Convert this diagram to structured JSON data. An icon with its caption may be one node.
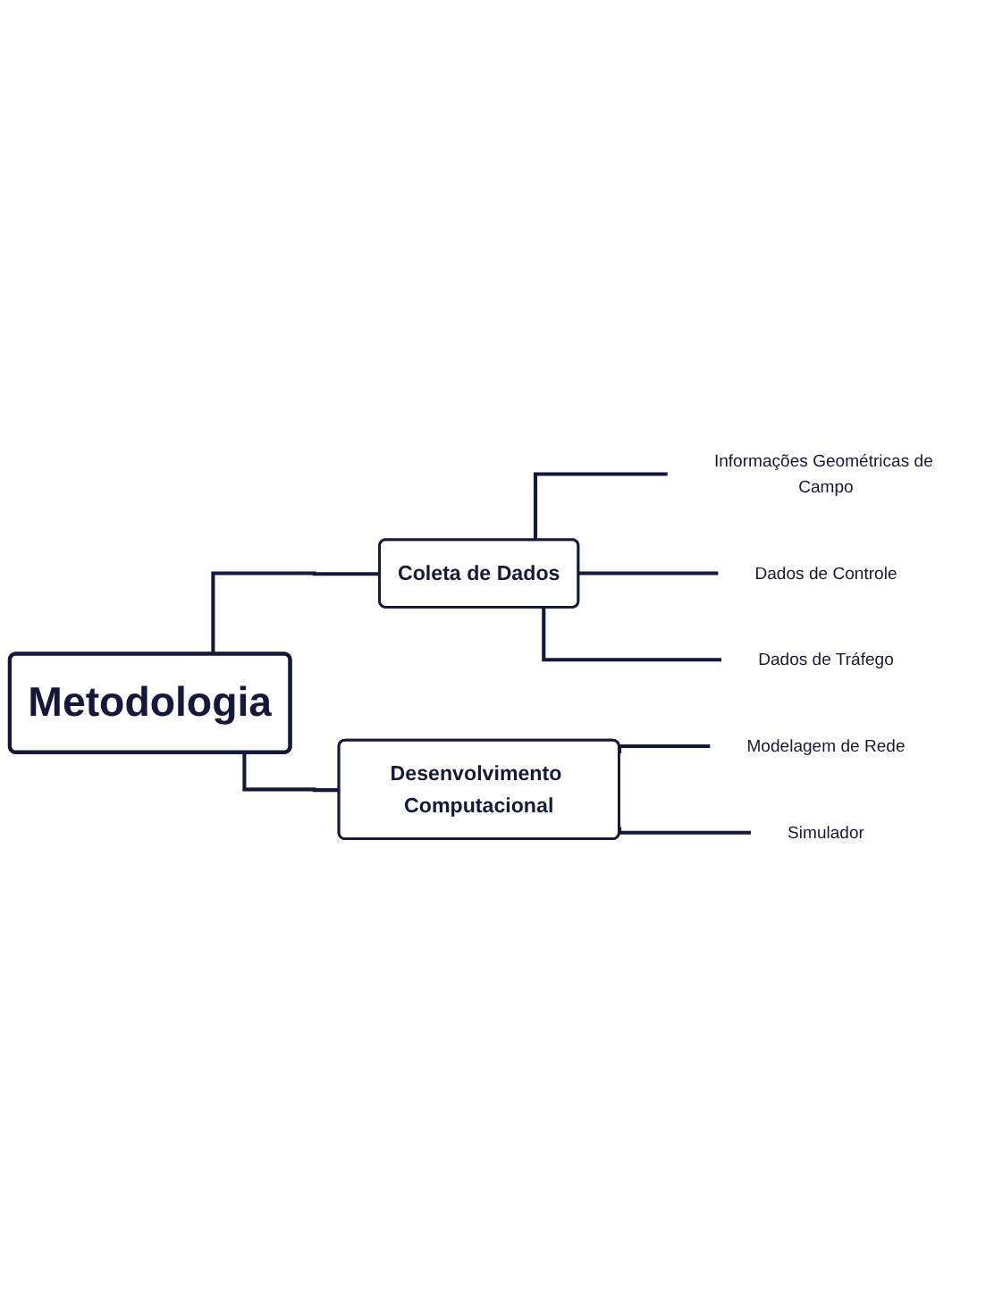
{
  "diagram": {
    "nodes": [
      {
        "text": [
          "Metodologia"
        ]
      },
      {
        "text": [
          "Coleta de Dados"
        ]
      },
      {
        "text": [
          "Informações Geométricas de Campo"
        ]
      },
      {
        "text": [
          "Dados de Controle"
        ]
      },
      {
        "text": [
          "Dados de Tráfego"
        ]
      },
      {
        "text": [
          "Desenvolvimento Computacional"
        ]
      },
      {
        "text": [
          "Modelagem de Rede"
        ]
      },
      {
        "text": [
          "Simulador"
        ]
      }
    ],
    "edges": [
      {
        "from": 0,
        "to": 1,
        "arrow": "none"
      },
      {
        "from": 1,
        "to": 2,
        "arrow": "none"
      },
      {
        "from": 1,
        "to": 3,
        "arrow": "none"
      },
      {
        "from": 1,
        "to": 4,
        "arrow": "none"
      },
      {
        "from": 0,
        "to": 5,
        "arrow": "none"
      },
      {
        "from": 5,
        "to": 6,
        "arrow": "none"
      },
      {
        "from": 5,
        "to": 7,
        "arrow": "none"
      }
    ]
  }
}
